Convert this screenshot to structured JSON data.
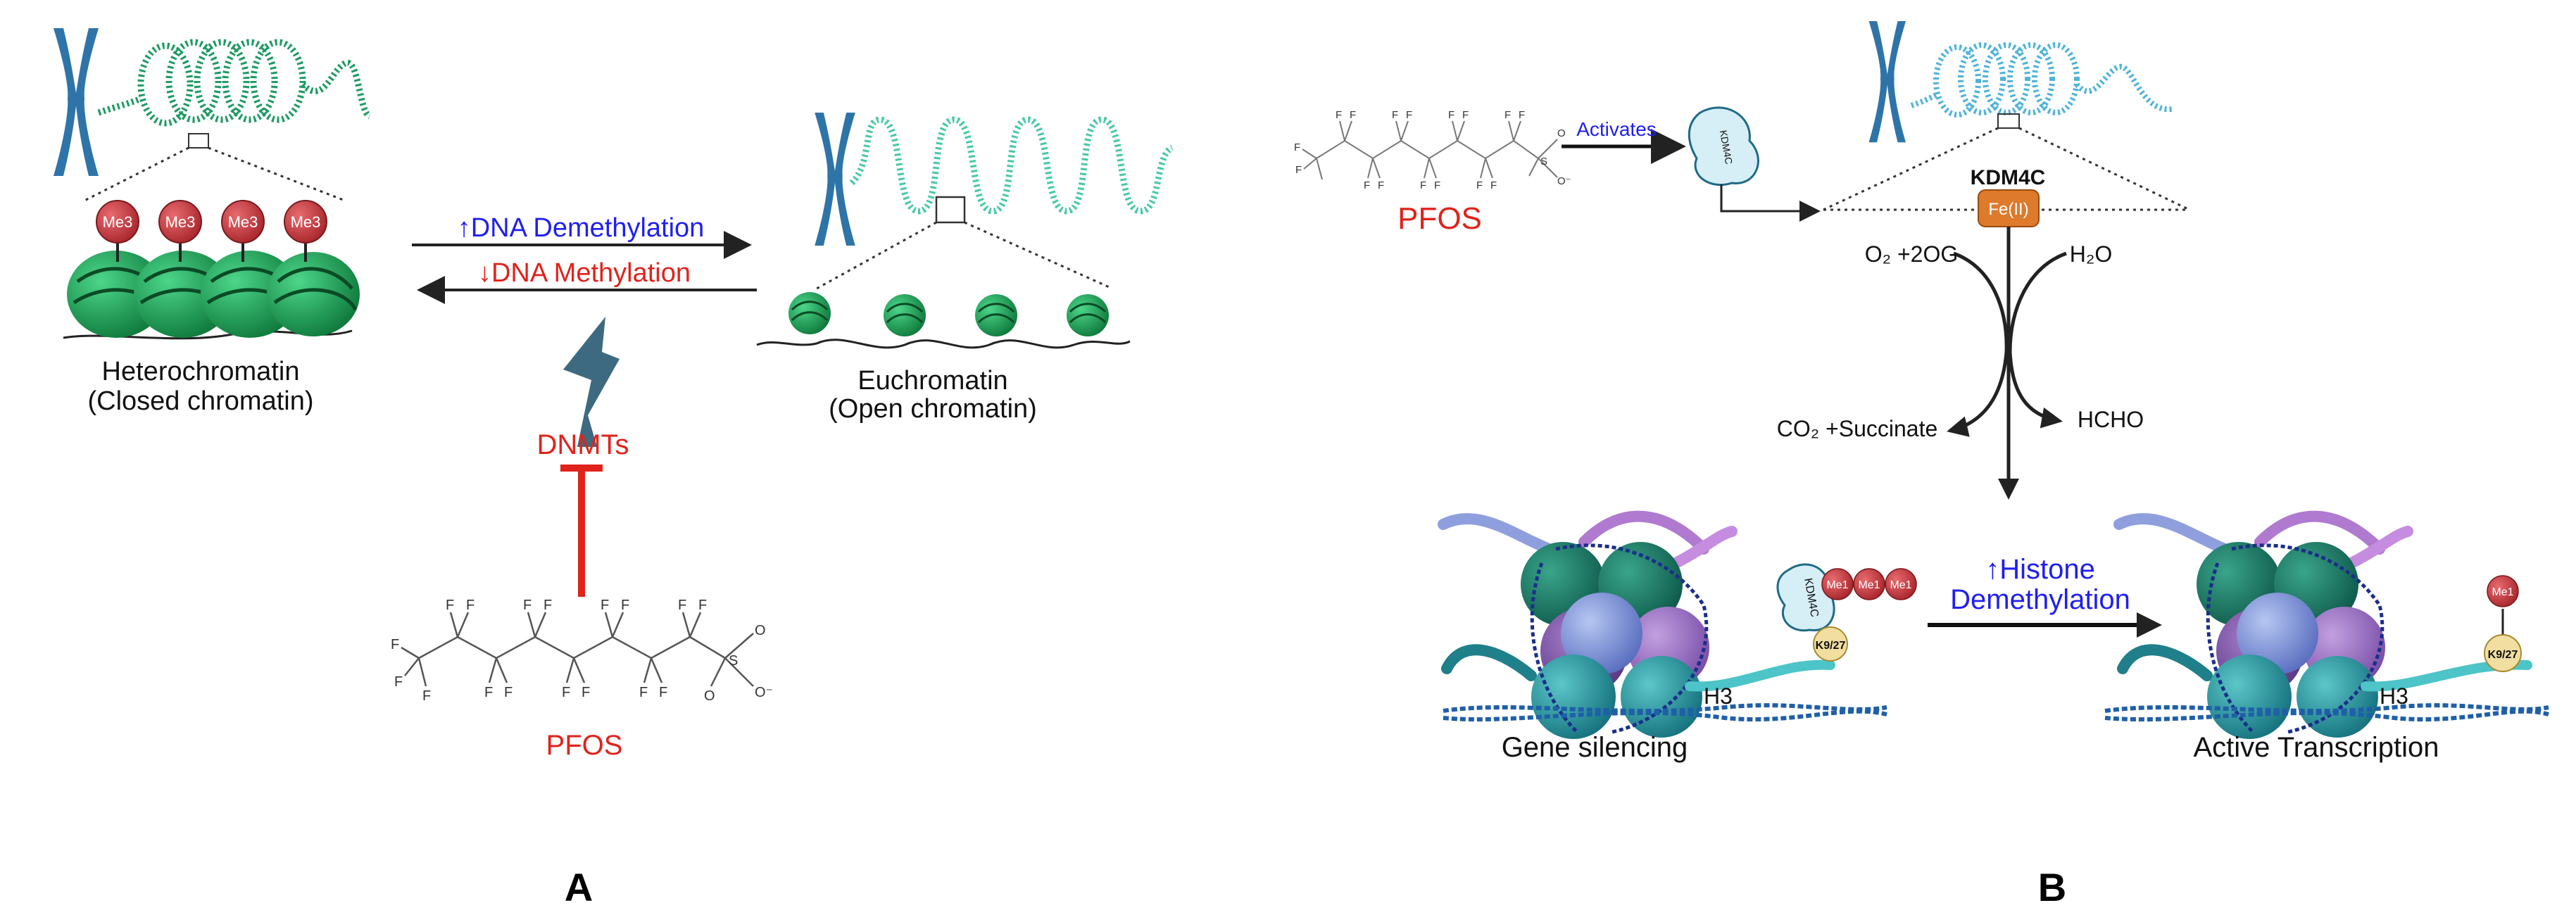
{
  "panel_a": {
    "letter": "A",
    "heterochromatin": {
      "line1": "Heterochromatin",
      "line2": "(Closed chromatin)",
      "mark": "Me3"
    },
    "euchromatin": {
      "line1": "Euchromatin",
      "line2": "(Open chromatin)"
    },
    "arrow_forward_label": "↑DNA Demethylation",
    "arrow_reverse_label": "↓DNA Methylation",
    "dnmts": "DNMTs",
    "pfos": "PFOS",
    "chem": {
      "f": "F",
      "s": "S",
      "o": "O",
      "ominus": "O⁻"
    }
  },
  "panel_b": {
    "letter": "B",
    "pfos": "PFOS",
    "activates": "Activates",
    "kdm4c_title": "KDM4C",
    "kdm4c_small": "KDM4C",
    "fe": "Fe(II)",
    "left_reagent": "O₂ +2OG",
    "right_reagent": "H₂O",
    "left_product": "CO₂ +Succinate",
    "right_product": "HCHO",
    "demeth_line1": "↑Histone",
    "demeth_line2": "Demethylation",
    "me1": "Me1",
    "k927": "K9/27",
    "h3": "H3",
    "gene_silencing": "Gene silencing",
    "active_transcription": "Active Transcription"
  },
  "colors": {
    "chromosome": "#2f74a8",
    "chromatin_green": "#1d9a63",
    "chromatin_teal": "#46c8a8",
    "chromatin_blue": "#4db3d9",
    "red": "#e0231c",
    "blue": "#1f1ff0",
    "me_red": "#c8393f",
    "fe_orange": "#de7a2c",
    "bolt": "#3d6a80"
  }
}
